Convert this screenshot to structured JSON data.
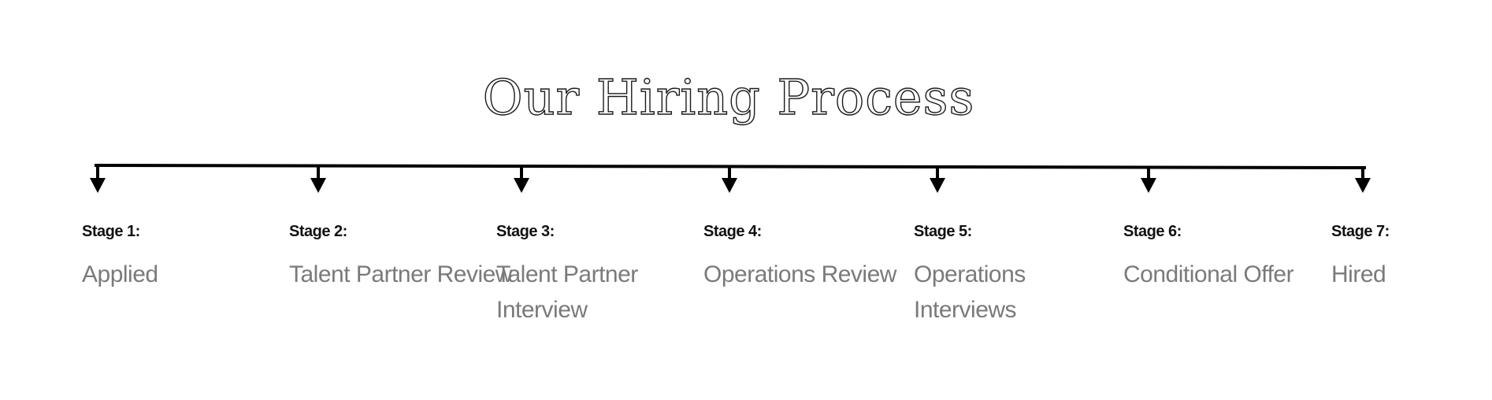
{
  "title": "Our Hiring Process",
  "stages": [
    {
      "label": "Stage 1:",
      "name": "Applied"
    },
    {
      "label": "Stage 2:",
      "name": "Talent Partner Review"
    },
    {
      "label": "Stage 3:",
      "name": "Talent Partner Interview"
    },
    {
      "label": "Stage 4:",
      "name": "Operations Review"
    },
    {
      "label": "Stage 5:",
      "name": "Operations Interviews"
    },
    {
      "label": "Stage 6:",
      "name": "Conditional Offer"
    },
    {
      "label": "Stage 7:",
      "name": "Hired"
    }
  ],
  "colors": {
    "line": "#000000",
    "stage_label": "#111111",
    "stage_name": "#7a7a7a"
  }
}
